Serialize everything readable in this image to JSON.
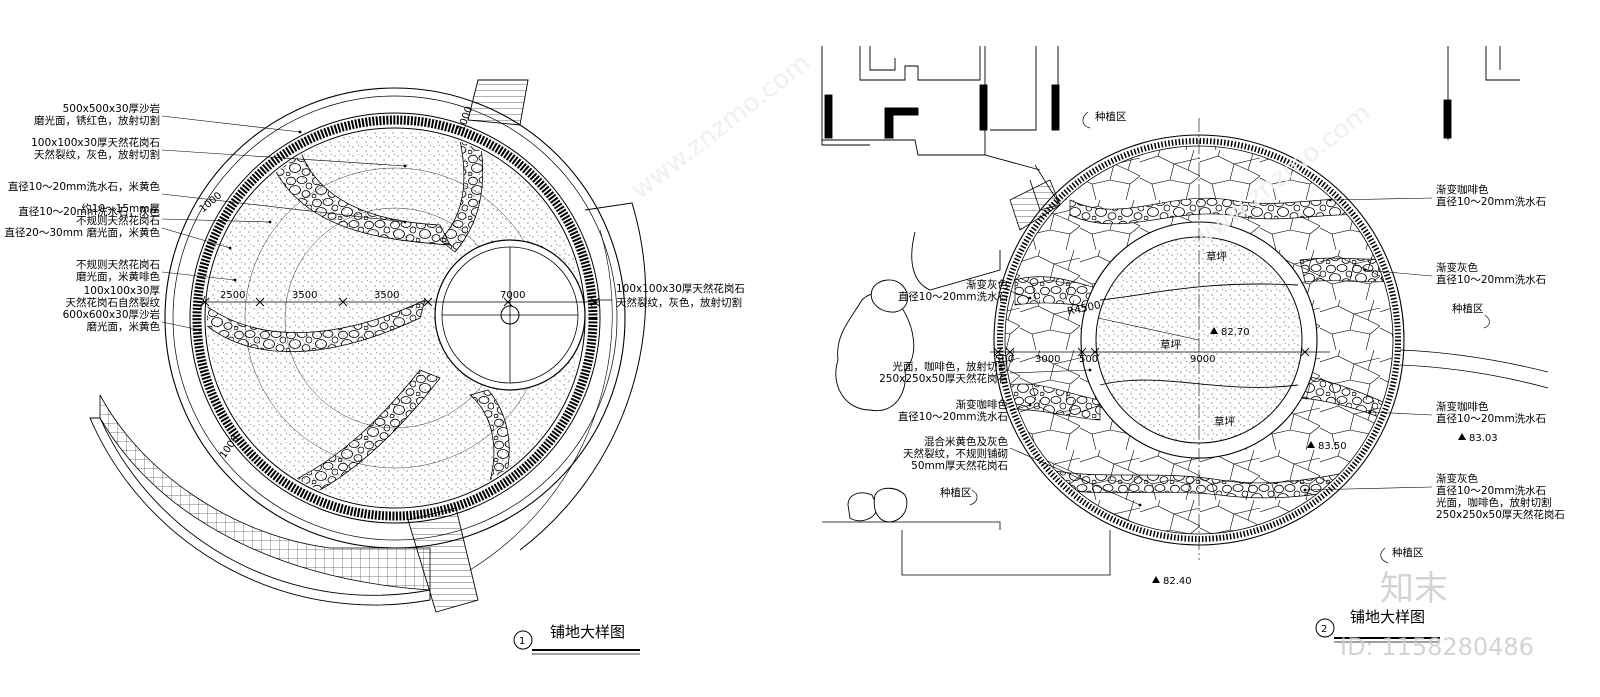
{
  "drawing1": {
    "number": "1",
    "title": "铺地大样图",
    "notes": [
      [
        "500x500x30厚沙岩",
        "磨光面，锈红色，放射切割"
      ],
      [
        "100x100x30厚天然花岗石",
        "天然裂纹，灰色，放射切割"
      ],
      [
        "直径10～20mm洗水石，米黄色"
      ],
      [
        "直径10～20mm洗水石，灰色"
      ],
      [
        "约10～15mm厚",
        "不规则天然花岗石",
        "直径20～30mm 磨光面，米黄色"
      ],
      [
        "不规则天然花岗石",
        "磨光面，米黄啡色"
      ],
      [
        "100x100x30厚",
        "天然花岗石自然裂纹",
        "600x600x30厚沙岩",
        "磨光面，米黄色"
      ]
    ],
    "right_note": [
      "100x100x30厚天然花岗石",
      "天然裂纹，灰色，放射切割"
    ],
    "dims": [
      "2500",
      "3500",
      "3500",
      "7000"
    ],
    "edge_dims": [
      "1000",
      "1000",
      "1000"
    ]
  },
  "drawing2": {
    "number": "2",
    "title": "铺地大样图",
    "planting_zone": "种植区",
    "left_notes": [
      [
        "渐变灰色",
        "直径10～20mm洗水石"
      ],
      [
        "光面，咖啡色，放射切割",
        "250x250x50厚天然花岗石"
      ],
      [
        "渐变咖啡色",
        "直径10～20mm洗水石"
      ],
      [
        "混合米黄色及灰色",
        "天然裂纹，不规则铺砌",
        "50mm厚天然花岗石"
      ]
    ],
    "right_notes": [
      [
        "渐变咖啡色",
        "直径10～20mm洗水石"
      ],
      [
        "渐变灰色",
        "直径10～20mm洗水石"
      ],
      [
        "渐变咖啡色",
        "直径10～20mm洗水石"
      ],
      [
        "渐变灰色",
        "直径10～20mm洗水石",
        "光面，咖啡色，放射切割",
        "250x250x50厚天然花岗石"
      ]
    ],
    "lawn": "草坪",
    "radius": "R4500",
    "dims": [
      "500",
      "3000",
      "500",
      "9000"
    ],
    "elevations": [
      "82.70",
      "83.50",
      "83.03",
      "82.40"
    ]
  },
  "watermark": {
    "site": "www.znzmo.com",
    "brand": "知末",
    "id": "ID: 1158280486"
  }
}
